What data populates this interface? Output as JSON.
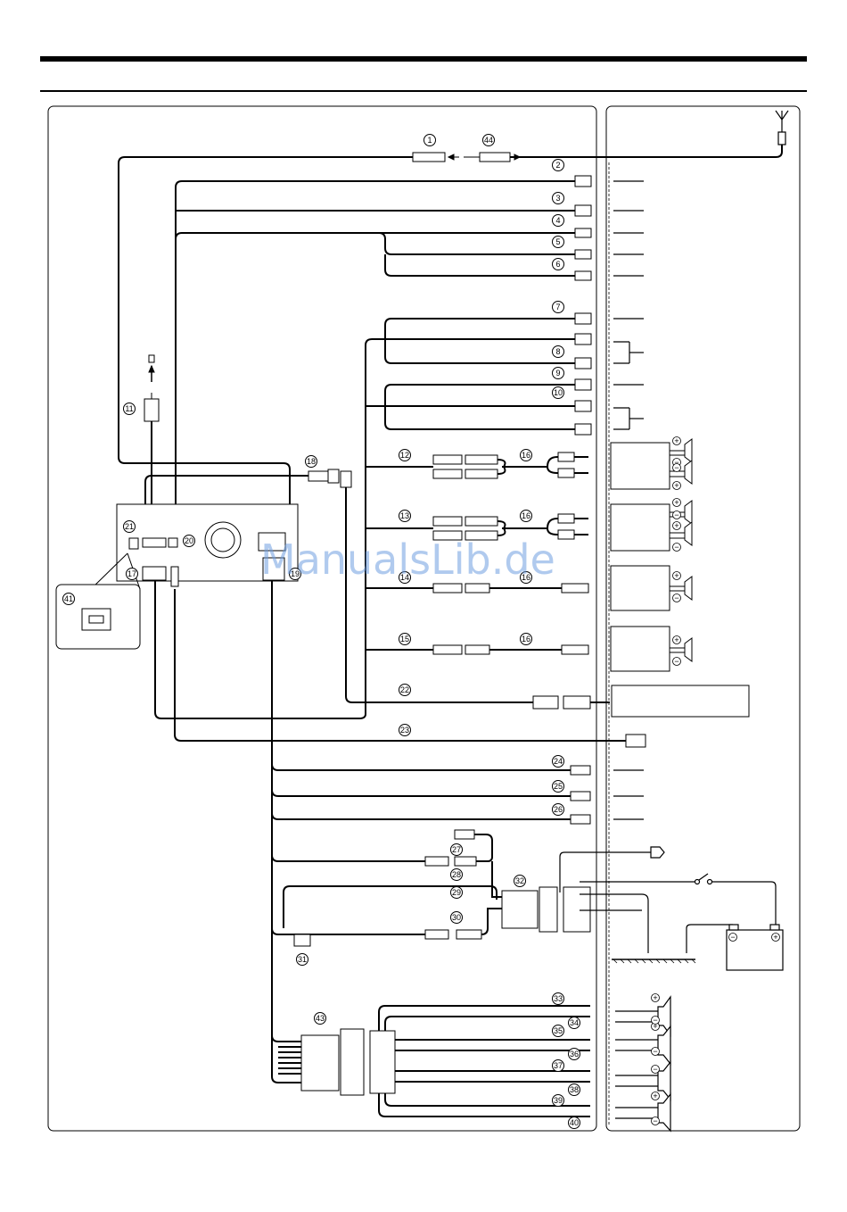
{
  "watermark": "ManualsLib.de",
  "callouts": [
    "1",
    "2",
    "3",
    "4",
    "5",
    "6",
    "7",
    "8",
    "9",
    "10",
    "11",
    "12",
    "13",
    "14",
    "15",
    "16",
    "16",
    "16",
    "16",
    "17",
    "18",
    "19",
    "20",
    "21",
    "22",
    "23",
    "24",
    "25",
    "26",
    "27",
    "28",
    "29",
    "30",
    "31",
    "32",
    "33",
    "34",
    "35",
    "36",
    "37",
    "38",
    "39",
    "40",
    "41",
    "43",
    "44"
  ],
  "symbols": {
    "plus": "+",
    "minus": "−"
  },
  "colors": {
    "line": "#000000",
    "watermark": "#6f9ee0",
    "page": "#ffffff"
  }
}
